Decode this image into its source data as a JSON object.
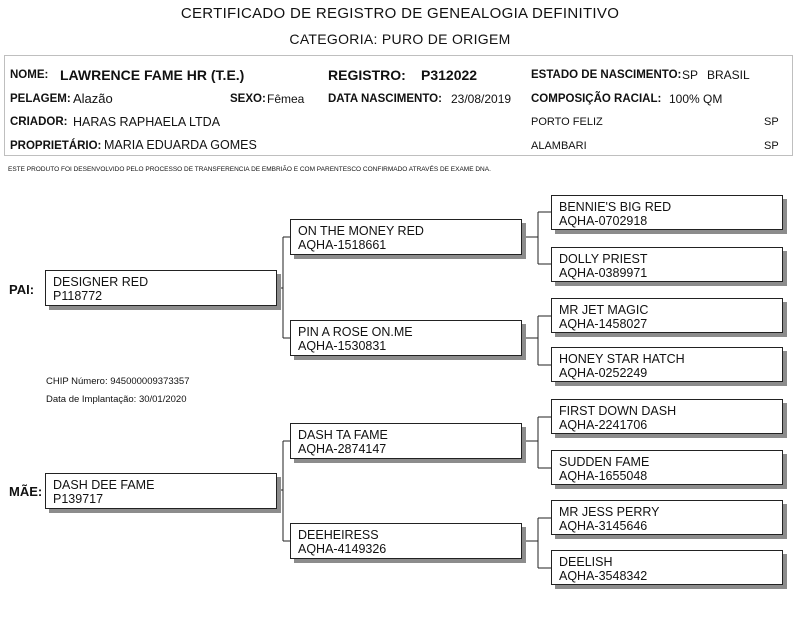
{
  "header": {
    "title": "CERTIFICADO DE REGISTRO DE GENEALOGIA DEFINITIVO",
    "category": "CATEGORIA: PURO DE ORIGEM"
  },
  "info": {
    "nome_label": "NOME:",
    "nome": "LAWRENCE FAME HR (T.E.)",
    "registro_label": "REGISTRO:",
    "registro": "P312022",
    "estado_label": "ESTADO DE NASCIMENTO:",
    "estado": "SP",
    "pais": "BRASIL",
    "pelagem_label": "PELAGEM:",
    "pelagem": "Alazão",
    "sexo_label": "SEXO:",
    "sexo": "Fêmea",
    "nasc_label": "DATA NASCIMENTO:",
    "nasc": "23/08/2019",
    "comp_label": "COMPOSIÇÃO RACIAL:",
    "comp": "100% QM",
    "criador_label": "CRIADOR:",
    "criador": "HARAS RAPHAELA LTDA",
    "criador_cidade": "PORTO FELIZ",
    "criador_uf": "SP",
    "prop_label": "PROPRIETÁRIO:",
    "prop": "MARIA EDUARDA GOMES",
    "prop_cidade": "ALAMBARI",
    "prop_uf": "SP"
  },
  "note": "ESTE PRODUTO FOI DESENVOLVIDO PELO PROCESSO DE TRANSFERENCIA DE EMBRIÃO E COM PARENTESCO CONFIRMADO ATRAVÉS DE EXAME DNA.",
  "pai_label": "PAI:",
  "mae_label": "MÃE:",
  "chip": "CHIP Número: 945000009373357",
  "implant": "Data de Implantação: 30/01/2020",
  "pedigree": {
    "pai": {
      "name": "DESIGNER RED",
      "reg": "P118772"
    },
    "mae": {
      "name": "DASH DEE FAME",
      "reg": "P139717"
    },
    "gp": [
      {
        "name": "ON THE MONEY RED",
        "reg": "AQHA-1518661"
      },
      {
        "name": "PIN A ROSE ON.ME",
        "reg": "AQHA-1530831"
      },
      {
        "name": "DASH TA FAME",
        "reg": "AQHA-2874147"
      },
      {
        "name": "DEEHEIRESS",
        "reg": "AQHA-4149326"
      }
    ],
    "ggp": [
      {
        "name": "BENNIE'S BIG RED",
        "reg": "AQHA-0702918"
      },
      {
        "name": "DOLLY PRIEST",
        "reg": "AQHA-0389971"
      },
      {
        "name": "MR JET MAGIC",
        "reg": "AQHA-1458027"
      },
      {
        "name": "HONEY STAR HATCH",
        "reg": "AQHA-0252249"
      },
      {
        "name": "FIRST DOWN DASH",
        "reg": "AQHA-2241706"
      },
      {
        "name": "SUDDEN FAME",
        "reg": "AQHA-1655048"
      },
      {
        "name": "MR JESS PERRY",
        "reg": "AQHA-3145646"
      },
      {
        "name": "DEELISH",
        "reg": "AQHA-3548342"
      }
    ]
  }
}
